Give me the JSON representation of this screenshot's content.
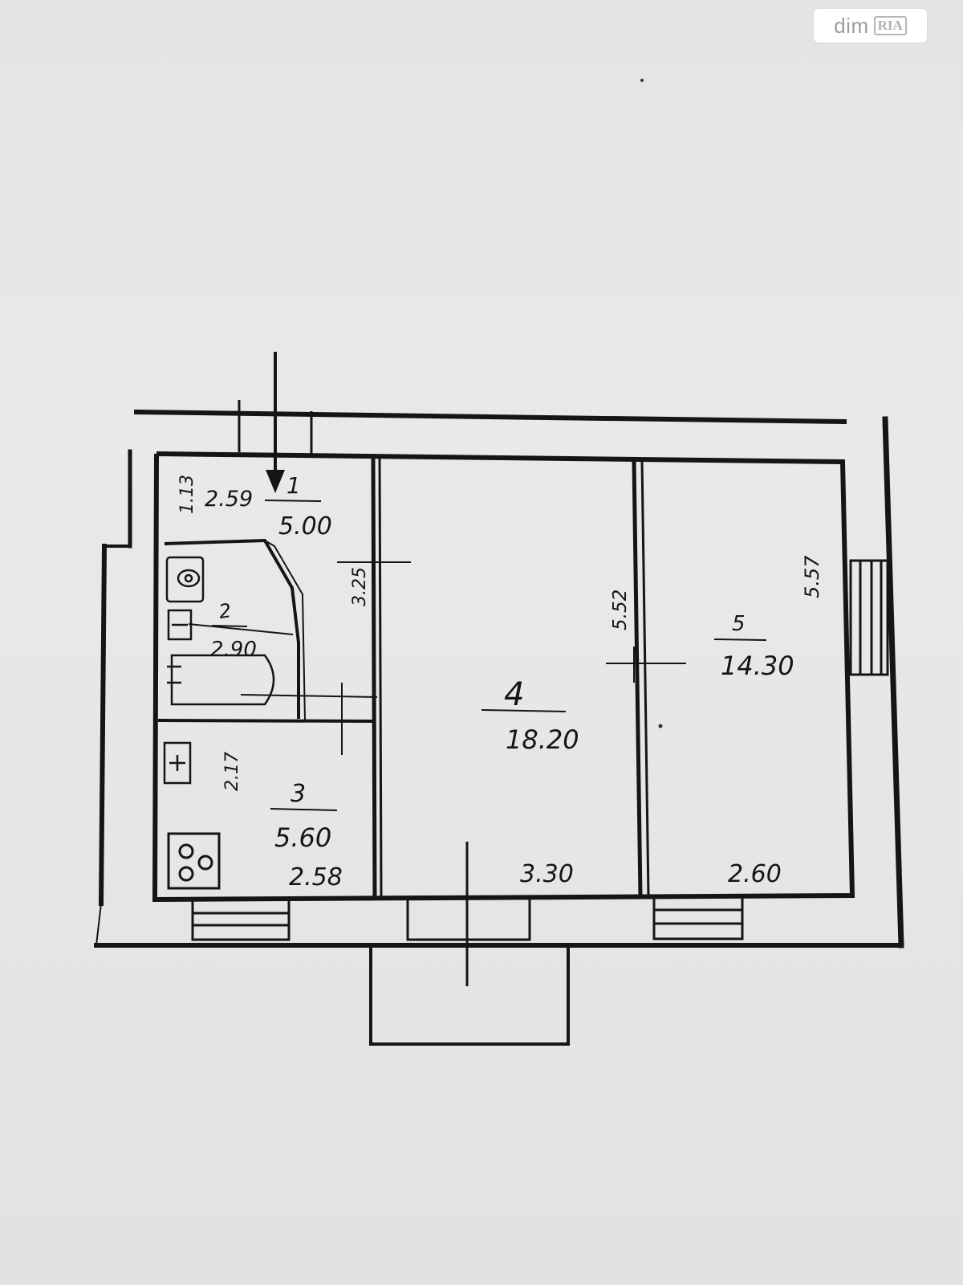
{
  "watermark": {
    "brand": "dim",
    "ria": "RIA"
  },
  "rooms": [
    {
      "number": "1",
      "area": "5.00"
    },
    {
      "number": "2",
      "area": "2.90"
    },
    {
      "number": "3",
      "area": "5.60"
    },
    {
      "number": "4",
      "area": "18.20"
    },
    {
      "number": "5",
      "area": "14.30"
    }
  ],
  "dimensions": {
    "hall_depth": "1.13",
    "hall_width": "2.59",
    "bath_length": "3.25",
    "kitchen_depth": "2.17",
    "kitchen_width": "2.58",
    "room4_width": "3.30",
    "room4_length": "5.52",
    "room5_length": "5.57",
    "room5_width": "2.60"
  },
  "colors": {
    "ink": "#151515",
    "paper": "#e6e6e4"
  }
}
